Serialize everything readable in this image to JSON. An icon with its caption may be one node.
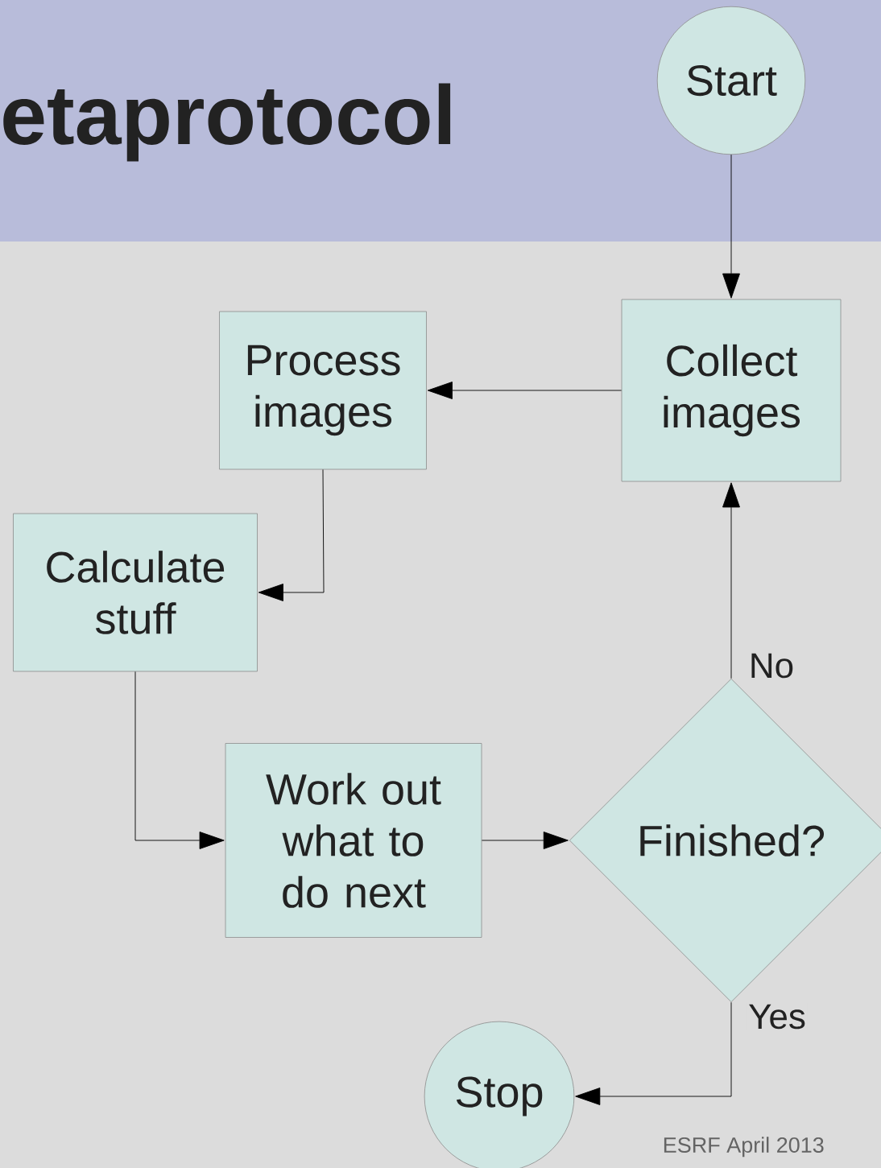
{
  "diagram": {
    "title": "etaprotocol",
    "nodes": [
      {
        "text": [
          "Start"
        ]
      },
      {
        "text": [
          "Collect images"
        ]
      },
      {
        "text": [
          "Process images"
        ]
      },
      {
        "text": [
          "Calculate stuff"
        ]
      },
      {
        "text": [
          "Work out what to do next"
        ]
      },
      {
        "text": [
          "Finished?"
        ]
      },
      {
        "text": [
          "Stop"
        ]
      }
    ],
    "edges": [
      {
        "from": 0,
        "to": 1,
        "arrow": "to"
      },
      {
        "from": 1,
        "to": 2,
        "arrow": "to"
      },
      {
        "from": 2,
        "to": 3,
        "arrow": "to"
      },
      {
        "from": 3,
        "to": 4,
        "arrow": "to"
      },
      {
        "from": 4,
        "to": 5,
        "arrow": "to"
      },
      {
        "from": 5,
        "to": 1,
        "arrow": "to",
        "label": "No"
      },
      {
        "from": 5,
        "to": 6,
        "arrow": "to",
        "label": "Yes"
      }
    ],
    "labels": [
      "ESRF April 2013"
    ]
  }
}
